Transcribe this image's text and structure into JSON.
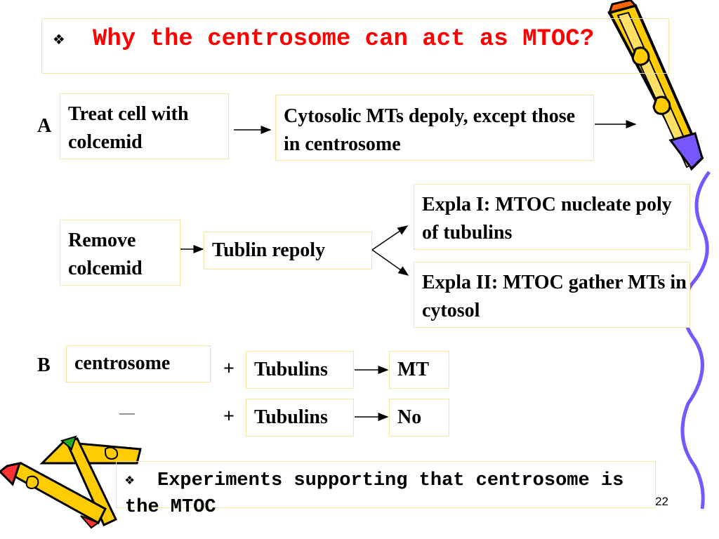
{
  "title": {
    "bullet": "❖",
    "text": "Why the centrosome can act as MTOC?"
  },
  "section_a": {
    "label": "A",
    "step1": "Treat cell with colcemid",
    "step2": "Cytosolic MTs depoly, except those in centrosome",
    "step3": "Remove colcemid",
    "step4": "Tublin repoly",
    "expl1": "Expla I: MTOC nucleate poly of tubulins",
    "expl2": "Expla II: MTOC gather MTs in cytosol"
  },
  "section_b": {
    "label": "B",
    "centrosome": "centrosome",
    "row1": {
      "plus": "+",
      "reactant": "Tubulins",
      "result": "MT"
    },
    "row2": {
      "minus": "—",
      "plus": "+",
      "reactant": "Tubulins",
      "result": "No"
    }
  },
  "caption": {
    "bullet": "❖",
    "text": "Experiments supporting that centrosome is the MTOC"
  },
  "page_number": "22",
  "colors": {
    "title": "#ff0000",
    "box_border": "#f2e6a0",
    "pencil_body": "#ffcc00",
    "pencil_outline": "#000000",
    "pencil_accent": "#7755ff"
  }
}
